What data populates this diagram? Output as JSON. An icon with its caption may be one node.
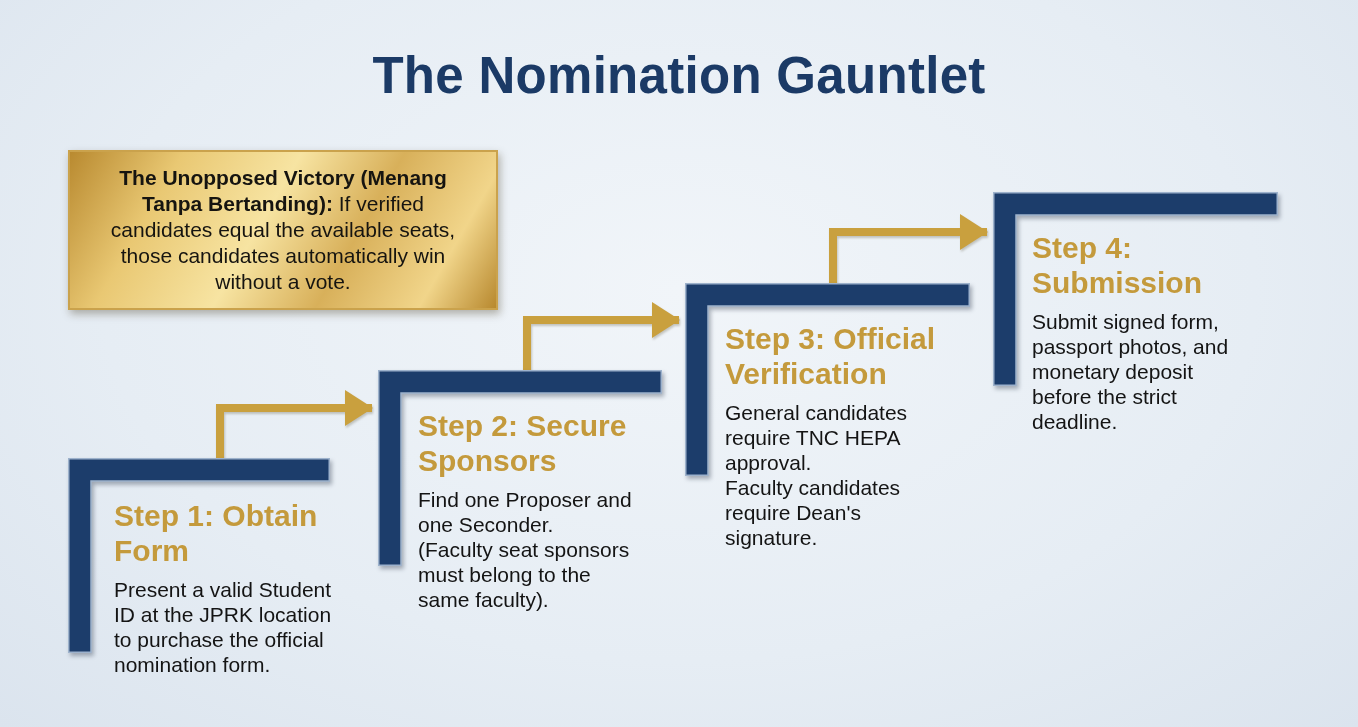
{
  "diagram": {
    "title": "The Nomination Gauntlet",
    "nodes": [
      {
        "text": [
          "**The Unopposed Victory (Menang Tanpa Bertanding):** If verified candidates equal the available seats, those candidates automatically win without a vote."
        ]
      },
      {
        "text": [
          "Step 1: Obtain Form",
          "Present a valid Student ID at the JPRK location to purchase the official nomination form."
        ]
      },
      {
        "text": [
          "Step 2: Secure Sponsors",
          "Find one Proposer and one Seconder.",
          "(Faculty seat sponsors must belong to the same faculty)."
        ]
      },
      {
        "text": [
          "Step 3: Official Verification",
          "General candidates require TNC HEPA approval.",
          "Faculty candidates require Dean's signature."
        ]
      },
      {
        "text": [
          "Step 4: Submission",
          "Submit signed form, passport photos, and monetary deposit before the strict deadline."
        ]
      }
    ],
    "edges": [
      {
        "from": 1,
        "to": 2,
        "arrow": "to"
      },
      {
        "from": 2,
        "to": 3,
        "arrow": "to"
      },
      {
        "from": 3,
        "to": 4,
        "arrow": "to"
      }
    ]
  }
}
